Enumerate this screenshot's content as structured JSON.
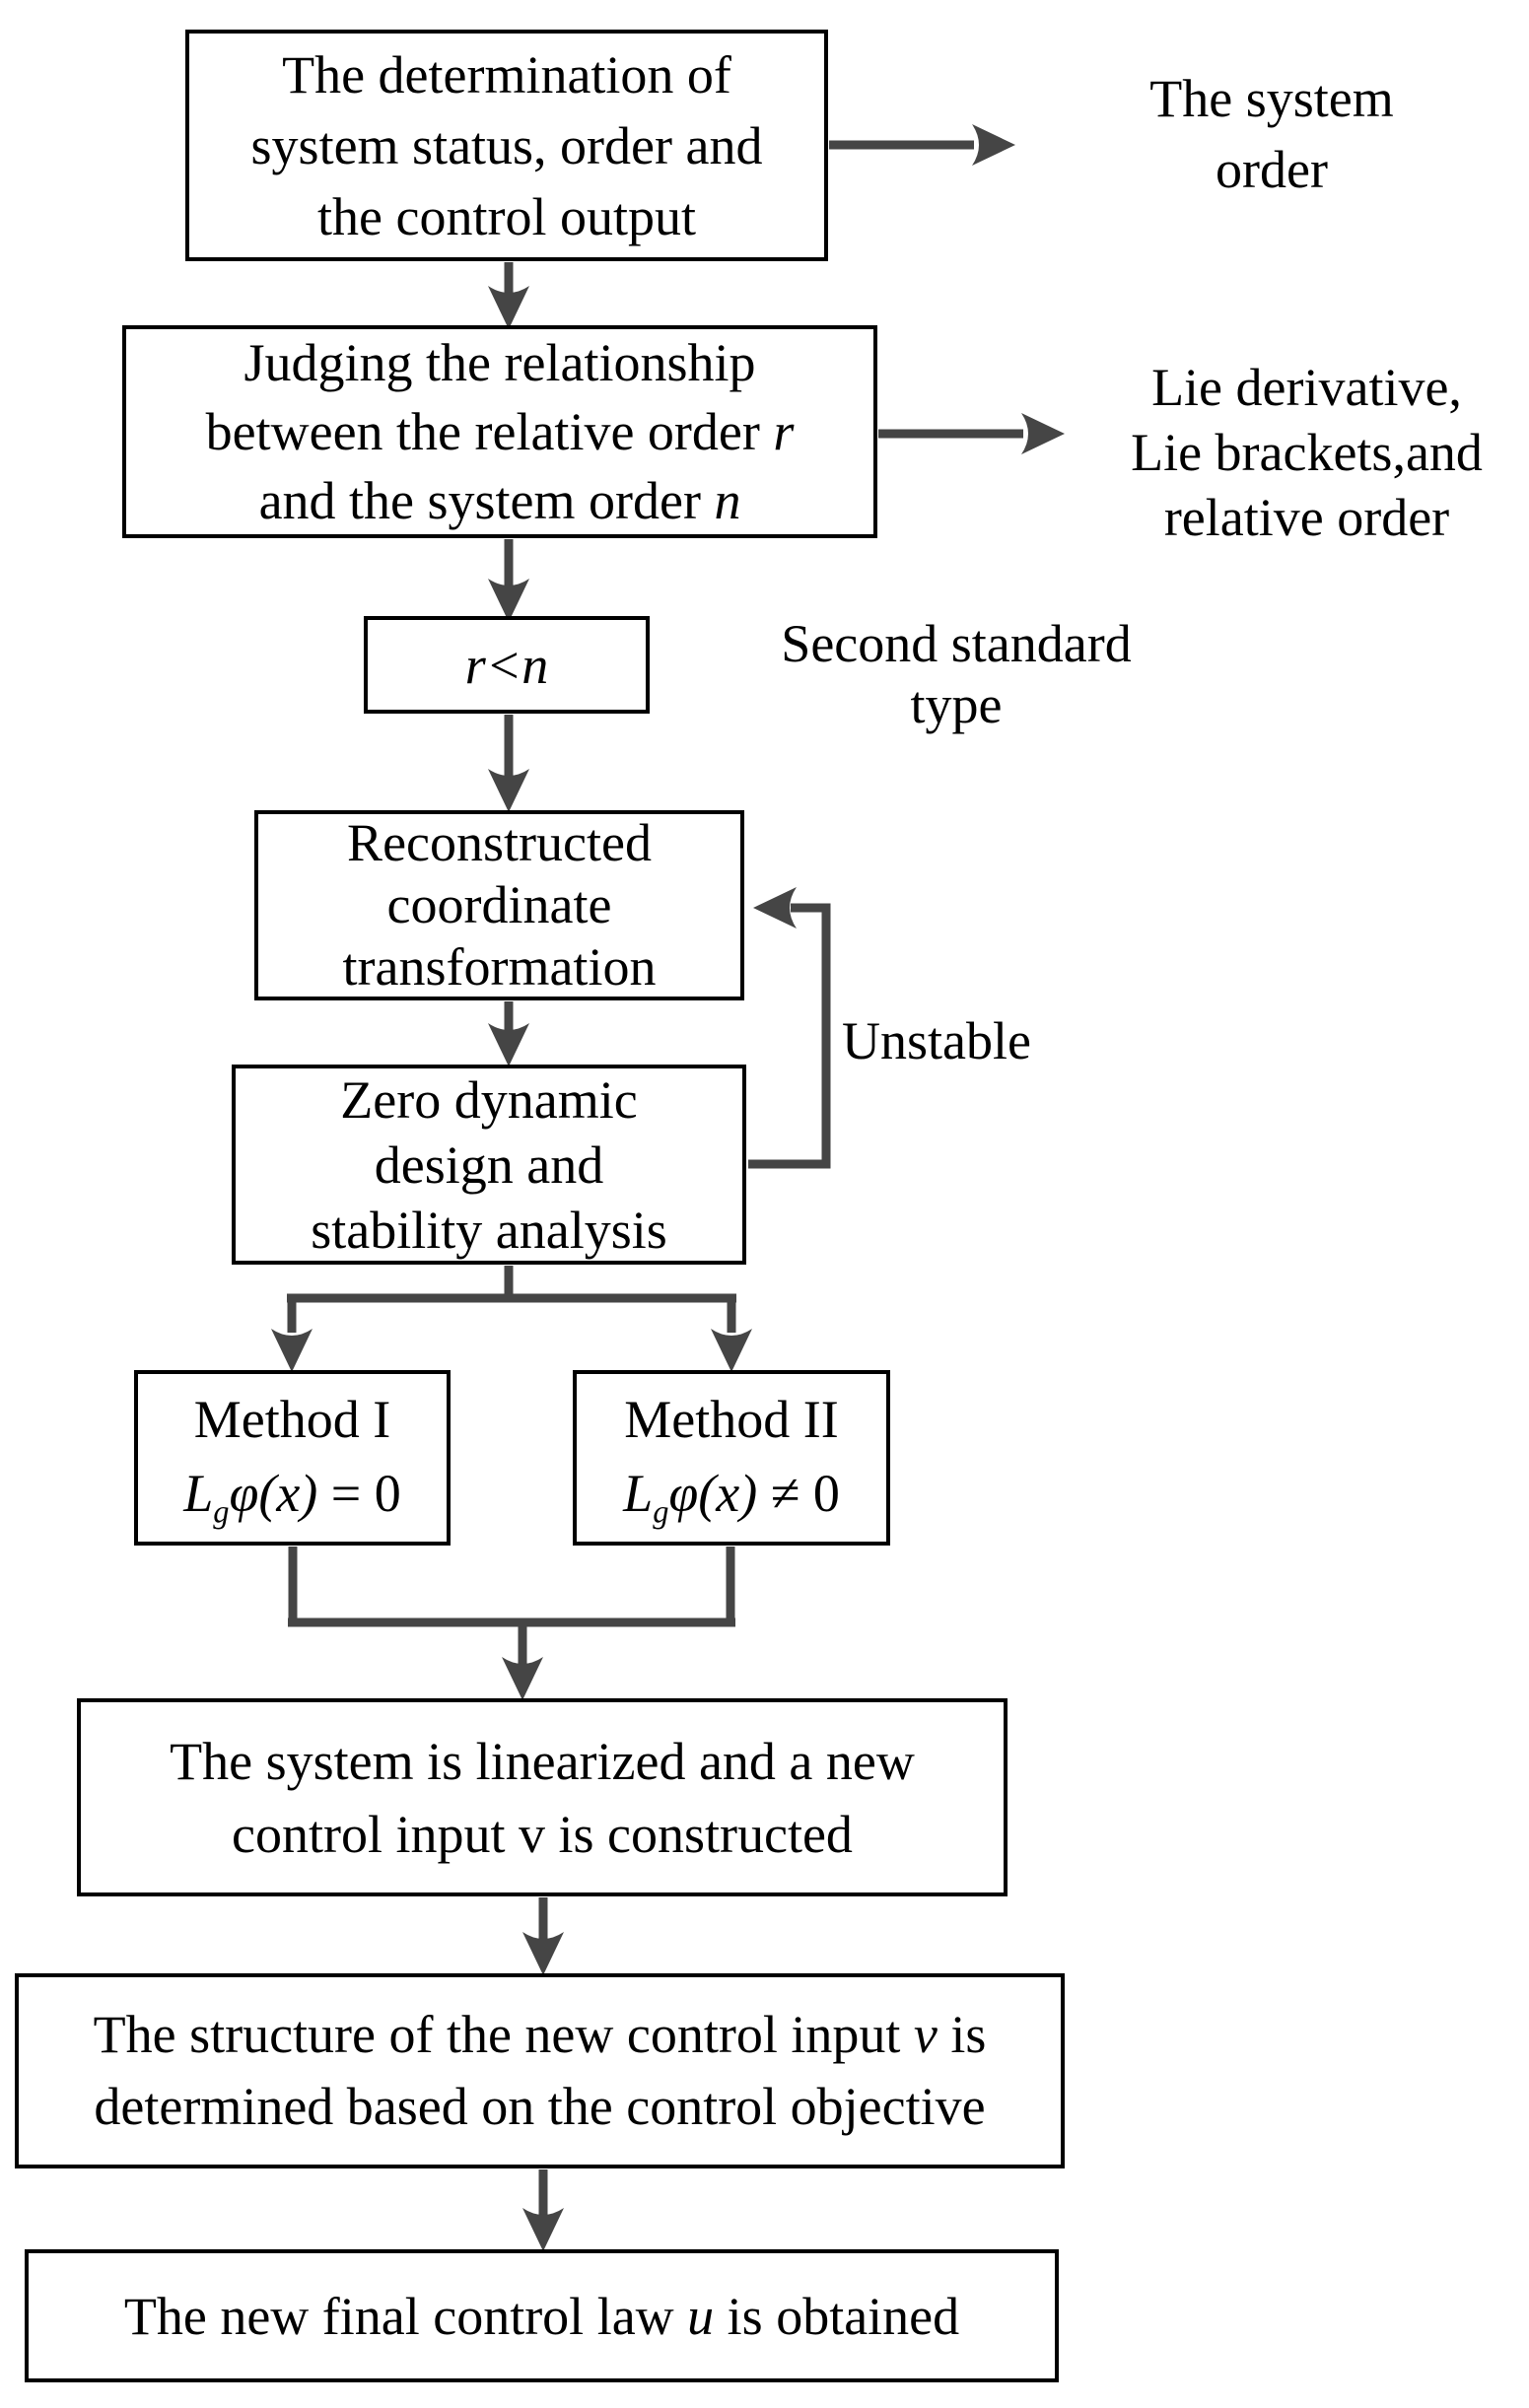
{
  "colors": {
    "arrow": "#454545",
    "box_border": "#000000",
    "background": "#ffffff",
    "text": "#000000"
  },
  "nodes": {
    "determination": {
      "line1": "The determination of",
      "line2": "system status, order and",
      "line3": "the control output"
    },
    "judge": {
      "line1": "Judging the relationship",
      "line2a": "between the relative order ",
      "line2b": "r",
      "line3a": "and the system order ",
      "line3b": "n"
    },
    "rn": {
      "text": "r<n"
    },
    "recon": {
      "line1": "Reconstructed",
      "line2": "coordinate",
      "line3": "transformation"
    },
    "zero": {
      "line1": "Zero dynamic",
      "line2": "design and",
      "line3": "stability analysis"
    },
    "method1": {
      "title": "Method I",
      "formula": {
        "L": "L",
        "sub": "g",
        "mid": "φ(x)",
        "end": " = 0"
      }
    },
    "method2": {
      "title": "Method II",
      "formula": {
        "L": "L",
        "sub": "g",
        "mid": "φ(x)",
        "end": " ≠ 0"
      }
    },
    "linear": {
      "line1": "The system is linearized and  a new",
      "line2": "control input v is constructed"
    },
    "structure": {
      "line1a": "The structure of the new control input ",
      "line1b": "v",
      "line1c": " is",
      "line2": "determined based on the control objective"
    },
    "final": {
      "parta": "The new final control law ",
      "partb": "u",
      "partc": " is obtained"
    }
  },
  "labels": {
    "system_order": {
      "line1": "The system",
      "line2": "order"
    },
    "lie": {
      "line1": "Lie derivative,",
      "line2": "Lie brackets,and",
      "line3": "relative order"
    },
    "second_standard": {
      "line1": "Second standard",
      "line2": "type"
    },
    "unstable": {
      "text": "Unstable"
    }
  }
}
